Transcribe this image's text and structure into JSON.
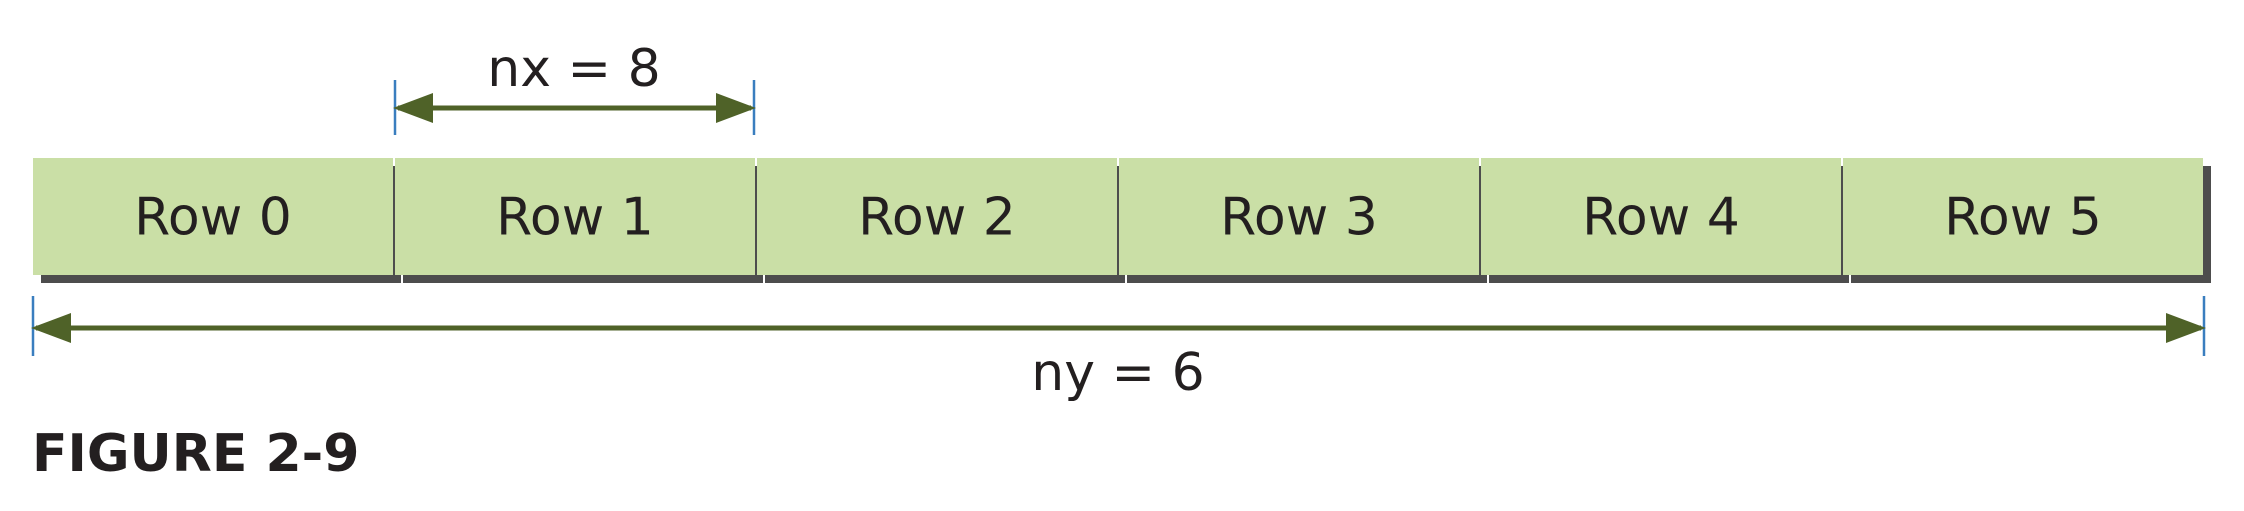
{
  "diagram": {
    "rows": [
      "Row 0",
      "Row 1",
      "Row 2",
      "Row 3",
      "Row 4",
      "Row 5"
    ],
    "nx_label": "nx = 8",
    "ny_label": "ny = 6"
  },
  "caption": "FIGURE 2-9",
  "colors": {
    "cell_fill": "#cadfa6",
    "cell_shadow": "#4d4d4d",
    "arrow": "#4f6228",
    "tick": "#3a7ebf",
    "text": "#231f20"
  }
}
